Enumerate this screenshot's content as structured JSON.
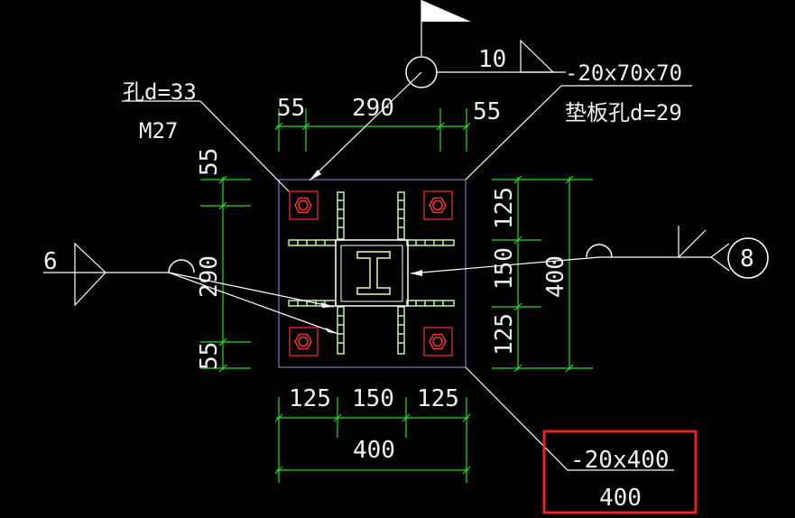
{
  "drawing": {
    "hole_label": "孔d=33",
    "bolt_label": "M27",
    "weld_top_size": "10",
    "washer_spec": "-20x70x70",
    "washer_hole_label": "垫板孔d=29",
    "weld_left_size": "6",
    "weld_right_ref": "8",
    "plate_spec": "-20x400",
    "plate_spec_second": "400"
  },
  "dimensions": {
    "top": [
      "55",
      "290",
      "55"
    ],
    "left": [
      "55",
      "290",
      "55"
    ],
    "right": [
      "125",
      "150",
      "125"
    ],
    "right_total": "400",
    "bottom": [
      "125",
      "150",
      "125"
    ],
    "bottom_total": "400"
  },
  "colors": {
    "background": "#000000",
    "dimension_line": "#22dd22",
    "leader_line": "#ffffff",
    "plate_outline": "#7777cc",
    "bolt": "#ff3030",
    "stiffener": "#bbf5a0",
    "column": "#f5f5a0",
    "highlight_box": "#ee2020"
  }
}
